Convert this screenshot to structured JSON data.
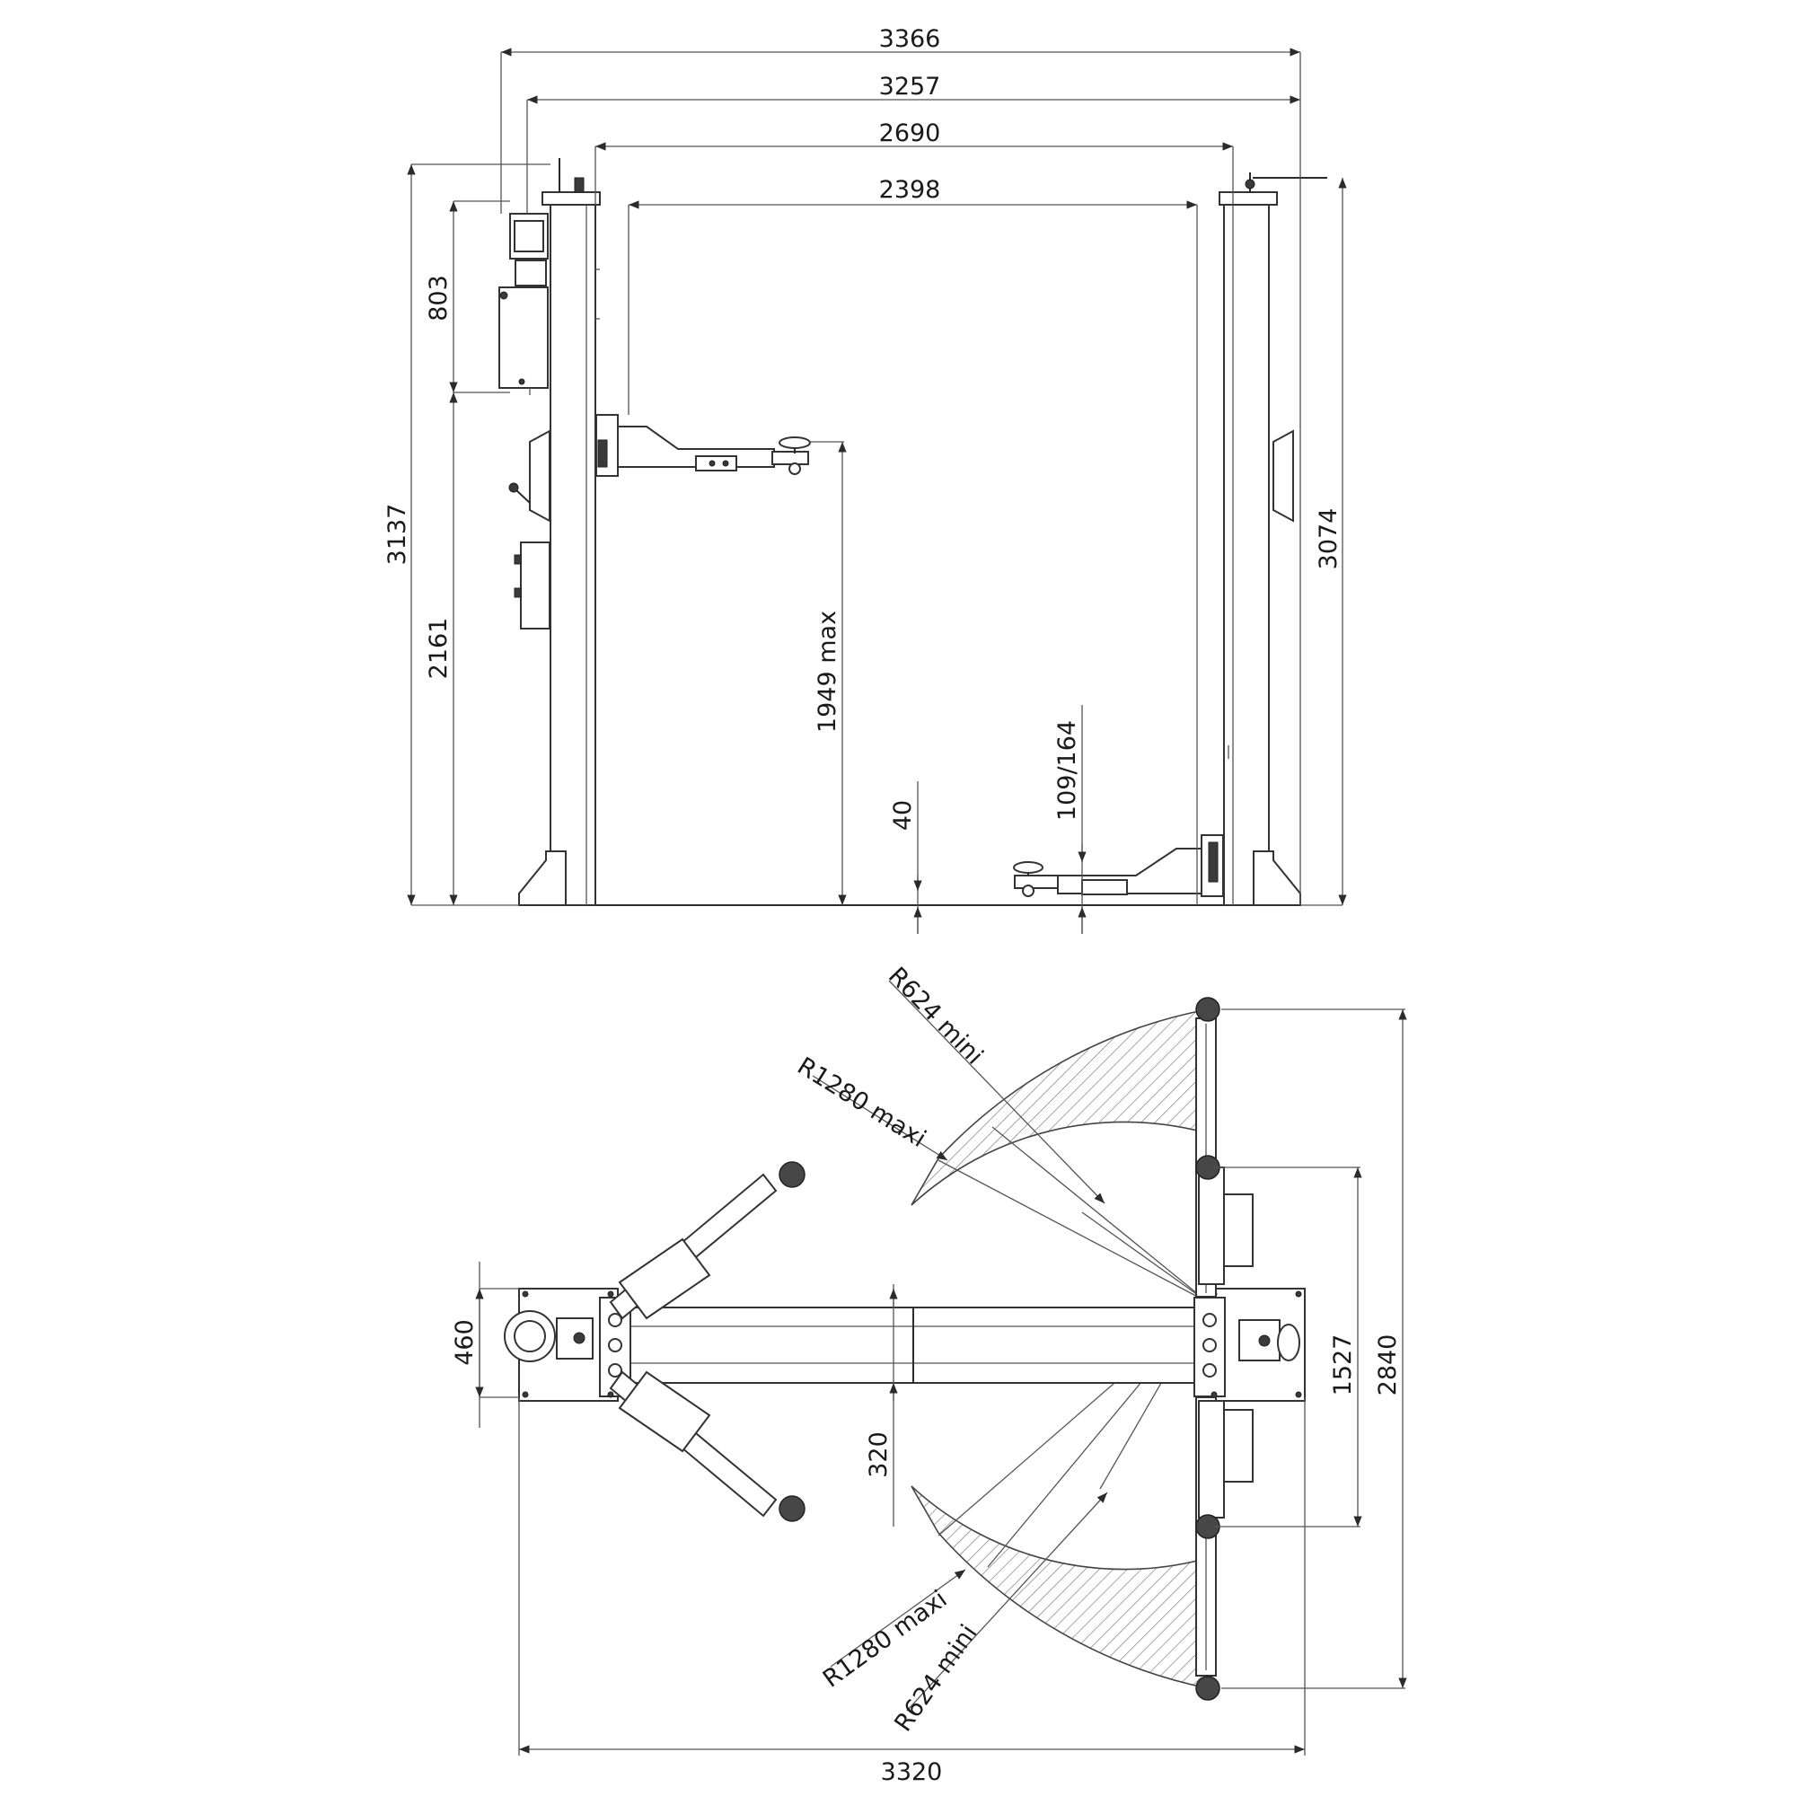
{
  "front_view": {
    "dimensions": {
      "overall_width": "3366",
      "column_outer_width": "3257",
      "inner_width_top": "2690",
      "clear_width": "2398",
      "overall_height_left": "3137",
      "motor_height": "803",
      "lower_height": "2161",
      "overall_height_right": "3074",
      "lift_height": "1949 max",
      "arm_thickness": "40",
      "pad_height": "109/164"
    }
  },
  "top_view": {
    "dimensions": {
      "base_depth": "460",
      "column_spacing": "320",
      "inner_span": "1527",
      "outer_span": "2840",
      "overall_width": "3320"
    },
    "radii": {
      "upper_mini": "R624 mini",
      "upper_maxi": "R1280 maxi",
      "lower_maxi": "R1280 maxi",
      "lower_mini": "R624 mini"
    }
  }
}
